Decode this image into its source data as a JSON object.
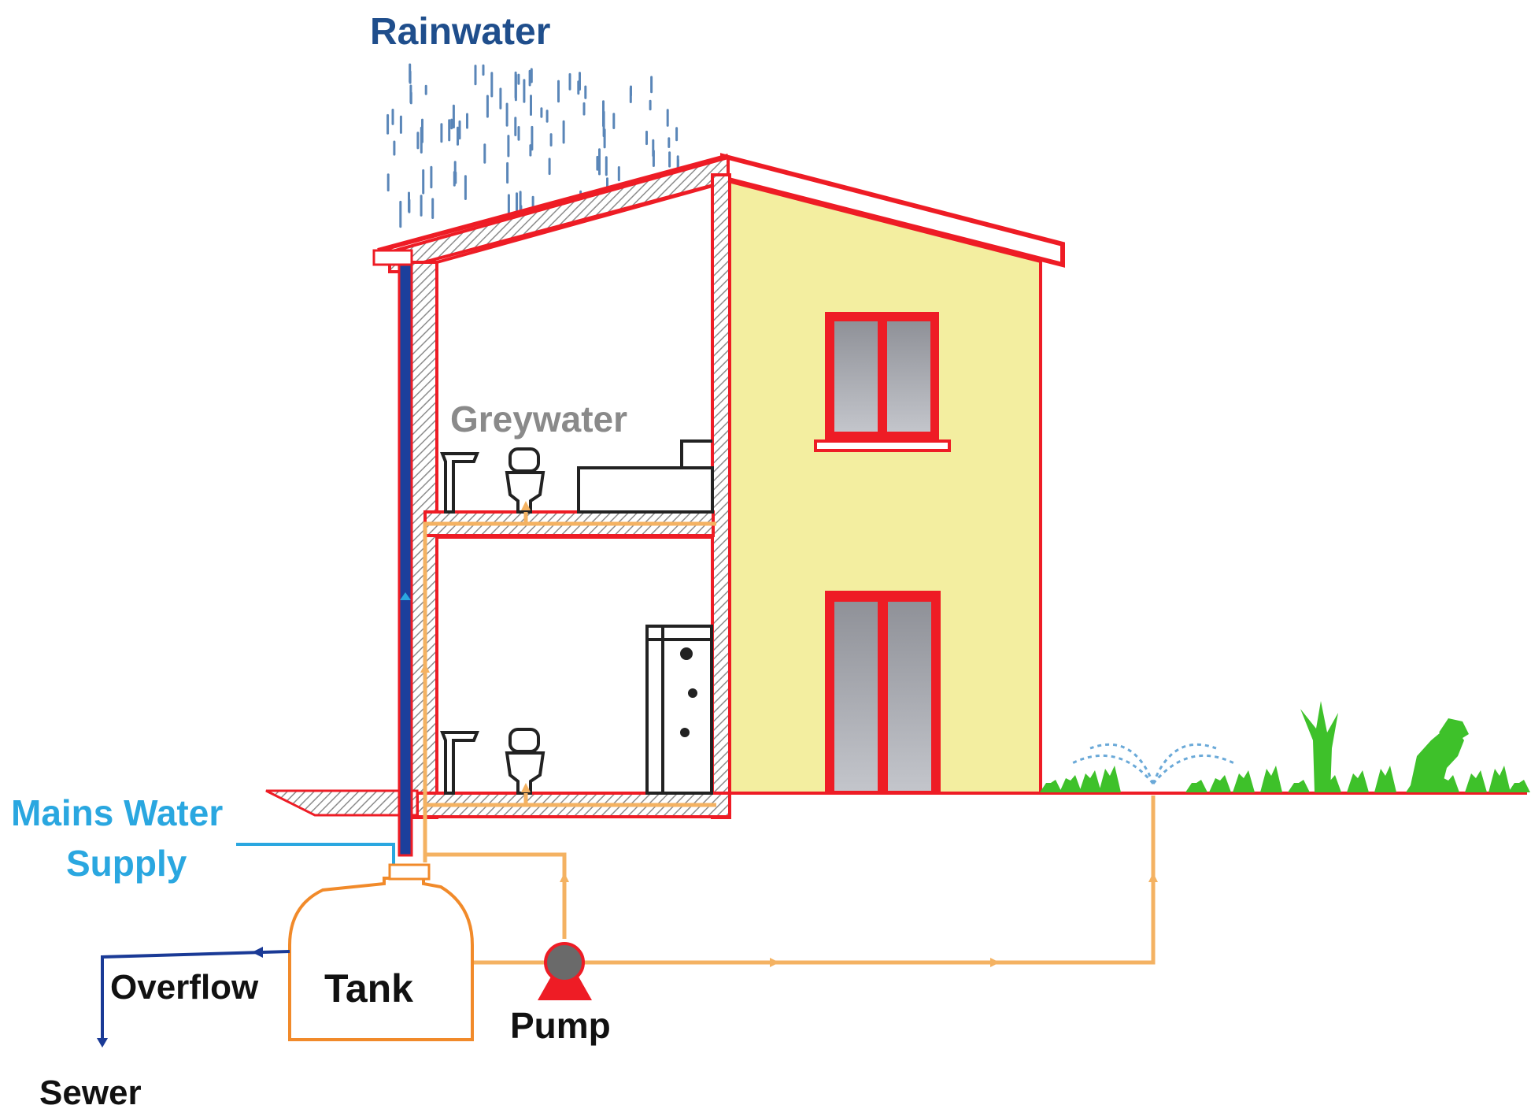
{
  "labels": {
    "rainwater": "Rainwater",
    "greywater": "Greywater",
    "mains_water_supply_line1": "Mains Water",
    "mains_water_supply_line2": "Supply",
    "tank": "Tank",
    "pump": "Pump",
    "overflow": "Overflow",
    "sewer": "Sewer"
  },
  "colors": {
    "outline_red": "#ee1c25",
    "wall_fill": "#f3eea0",
    "window_glass": "#a7a9b0",
    "rain_blue": "#5a86b8",
    "rainwater_text": "#1f4e8c",
    "mains_blue": "#2aa7e0",
    "downpipe_blue": "#1c3f9c",
    "overflow_blue": "#1a3a96",
    "greywater_orange": "#f4b262",
    "greywater_text": "#8a8a8a",
    "plant_green": "#3ec12a",
    "pump_grey": "#6a6a6a",
    "label_black": "#111111"
  },
  "icons": [
    "rain-drops",
    "downpipe",
    "washbasin-icon",
    "toilet-icon",
    "bathtub-icon",
    "shower-cabinet-icon",
    "window-icon",
    "pump-icon",
    "sprinkler-icon",
    "plants-icon",
    "flow-arrow-icon"
  ]
}
